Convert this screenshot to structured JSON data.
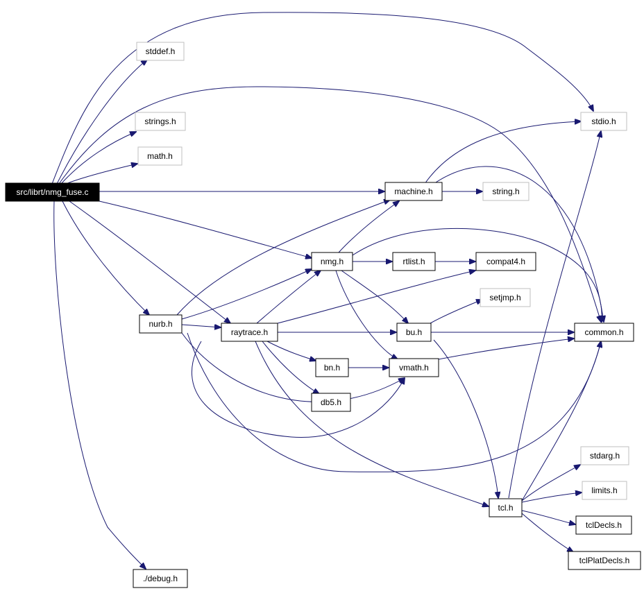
{
  "colors": {
    "edge": "#191970",
    "root_fill": "#000000",
    "external_border": "#bfbfbf"
  },
  "nodes": {
    "root": {
      "label": "src/librt/nmg_fuse.c"
    },
    "stddef": {
      "label": "stddef.h"
    },
    "strings": {
      "label": "strings.h"
    },
    "math": {
      "label": "math.h"
    },
    "stdio": {
      "label": "stdio.h"
    },
    "machine": {
      "label": "machine.h"
    },
    "string": {
      "label": "string.h"
    },
    "nmg": {
      "label": "nmg.h"
    },
    "rtlist": {
      "label": "rtlist.h"
    },
    "compat4": {
      "label": "compat4.h"
    },
    "setjmp": {
      "label": "setjmp.h"
    },
    "nurb": {
      "label": "nurb.h"
    },
    "raytrace": {
      "label": "raytrace.h"
    },
    "bu": {
      "label": "bu.h"
    },
    "common": {
      "label": "common.h"
    },
    "bn": {
      "label": "bn.h"
    },
    "vmath": {
      "label": "vmath.h"
    },
    "db5": {
      "label": "db5.h"
    },
    "stdarg": {
      "label": "stdarg.h"
    },
    "limits": {
      "label": "limits.h"
    },
    "tcl": {
      "label": "tcl.h"
    },
    "tclDecls": {
      "label": "tclDecls.h"
    },
    "tclPlatDecls": {
      "label": "tclPlatDecls.h"
    },
    "debug": {
      "label": "./debug.h"
    }
  },
  "edges": [
    [
      "root",
      "stddef"
    ],
    [
      "root",
      "stdio"
    ],
    [
      "root",
      "strings"
    ],
    [
      "root",
      "math"
    ],
    [
      "root",
      "machine"
    ],
    [
      "root",
      "nmg"
    ],
    [
      "root",
      "raytrace"
    ],
    [
      "root",
      "nurb"
    ],
    [
      "root",
      "debug"
    ],
    [
      "root",
      "common"
    ],
    [
      "machine",
      "stdio"
    ],
    [
      "machine",
      "string"
    ],
    [
      "machine",
      "common"
    ],
    [
      "nmg",
      "machine"
    ],
    [
      "nmg",
      "rtlist"
    ],
    [
      "nmg",
      "common"
    ],
    [
      "nmg",
      "bu"
    ],
    [
      "nmg",
      "vmath"
    ],
    [
      "rtlist",
      "compat4"
    ],
    [
      "bu",
      "setjmp"
    ],
    [
      "bu",
      "common"
    ],
    [
      "bu",
      "tcl"
    ],
    [
      "nurb",
      "machine"
    ],
    [
      "nurb",
      "nmg"
    ],
    [
      "nurb",
      "raytrace"
    ],
    [
      "nurb",
      "vmath"
    ],
    [
      "nurb",
      "common"
    ],
    [
      "raytrace",
      "nmg"
    ],
    [
      "raytrace",
      "compat4"
    ],
    [
      "raytrace",
      "bu"
    ],
    [
      "raytrace",
      "bn"
    ],
    [
      "raytrace",
      "db5"
    ],
    [
      "raytrace",
      "vmath"
    ],
    [
      "raytrace",
      "tcl"
    ],
    [
      "bn",
      "vmath"
    ],
    [
      "vmath",
      "common"
    ],
    [
      "tcl",
      "stdio"
    ],
    [
      "tcl",
      "common"
    ],
    [
      "tcl",
      "stdarg"
    ],
    [
      "tcl",
      "limits"
    ],
    [
      "tcl",
      "tclDecls"
    ],
    [
      "tcl",
      "tclPlatDecls"
    ]
  ]
}
